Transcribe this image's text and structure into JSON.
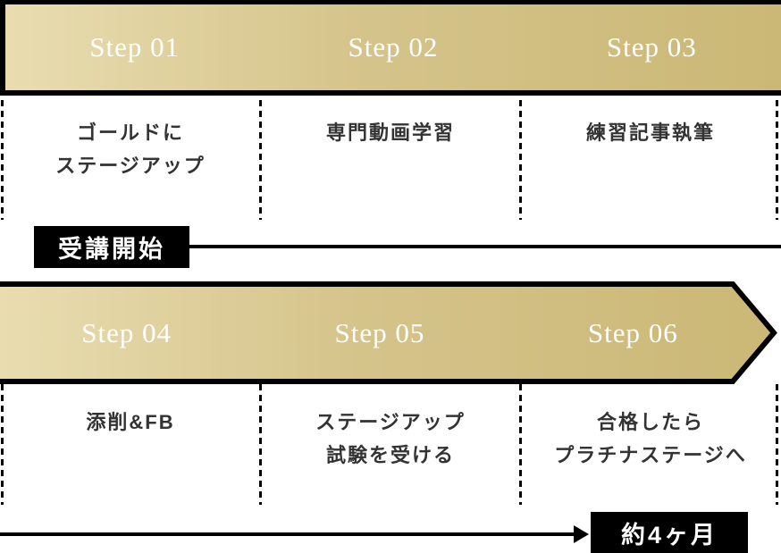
{
  "colors": {
    "ink": "#000000",
    "text": "#333333",
    "gold_light": "#e9ddb0",
    "gold_mid": "#d5c48b",
    "gold_dark": "#cbb876",
    "step_label_color": "#ffffff",
    "badge_text_color": "#ffffff"
  },
  "rows": [
    {
      "steps": [
        {
          "label": "Step 01",
          "lines": [
            "ゴールドに",
            "ステージアップ"
          ]
        },
        {
          "label": "Step 02",
          "lines": [
            "専門動画学習"
          ]
        },
        {
          "label": "Step 03",
          "lines": [
            "練習記事執筆"
          ]
        }
      ],
      "milestone": "受講開始"
    },
    {
      "steps": [
        {
          "label": "Step 04",
          "lines": [
            "添削&FB"
          ]
        },
        {
          "label": "Step 05",
          "lines": [
            "ステージアップ",
            "試験を受ける"
          ]
        },
        {
          "label": "Step 06",
          "lines": [
            "合格したら",
            "プラチナステージへ"
          ]
        }
      ],
      "milestone": "約4ヶ月"
    }
  ]
}
